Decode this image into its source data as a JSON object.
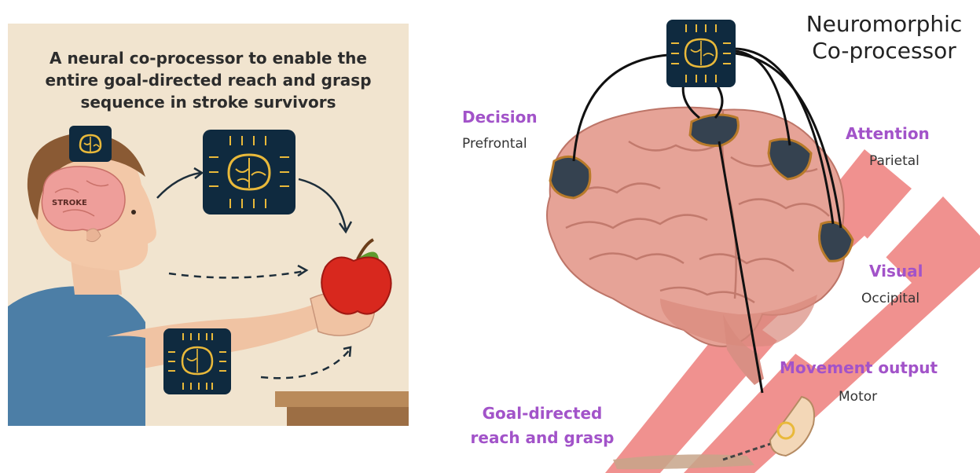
{
  "left_panel": {
    "title_lines": [
      "A neural co-processor to enable the",
      "entire goal-directed reach and grasp",
      "sequence in stroke survivors"
    ],
    "stroke_label": "STROKE"
  },
  "right_panel": {
    "title_lines": [
      "Neuromorphic",
      "Co-processor"
    ],
    "regions": {
      "decision": {
        "name": "Decision",
        "area": "Prefrontal"
      },
      "attention": {
        "name": "Attention",
        "area": "Parietal"
      },
      "visual": {
        "name": "Visual",
        "area": "Occipital"
      },
      "movement": {
        "name": "Movement output",
        "area": "Motor"
      }
    },
    "goal_lines": [
      "Goal-directed",
      "reach and grasp"
    ]
  },
  "colors": {
    "panel_bg": "#f1e4cf",
    "chip_bg": "#0f2a3f",
    "chip_accent": "#e9b93a",
    "label_purple": "#a253c9",
    "brain_pink": "#e6a397",
    "watermark_red": "#e53935"
  },
  "icons": [
    "brain-chip-icon",
    "apple-icon",
    "arrow-icon"
  ]
}
